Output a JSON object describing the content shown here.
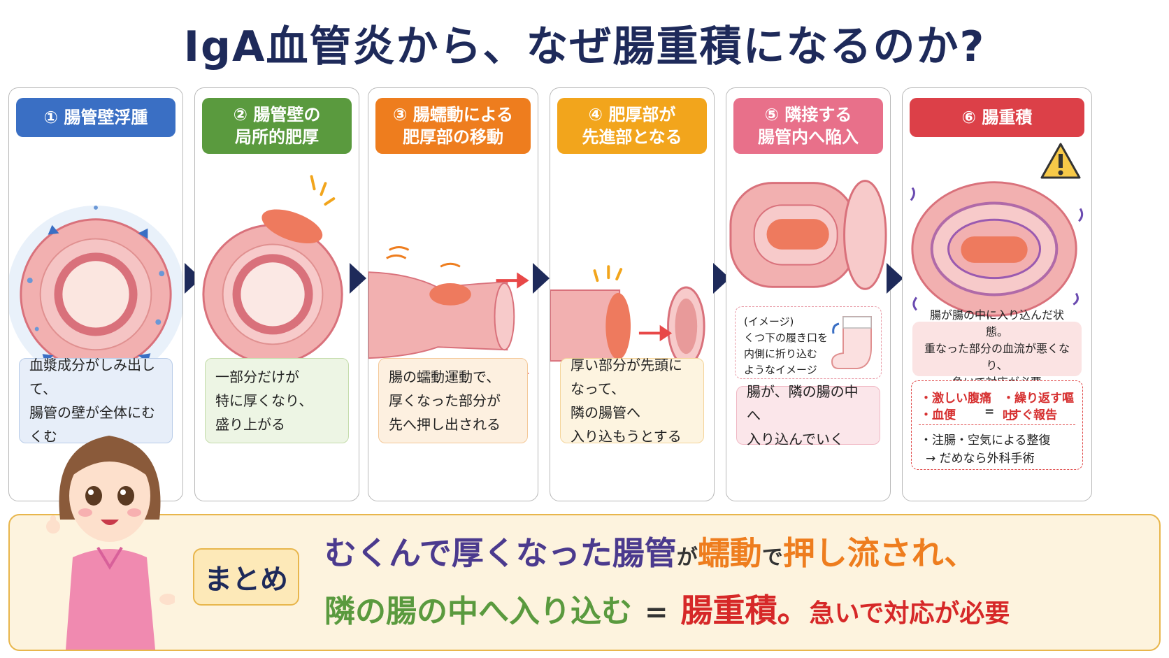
{
  "title": "IgA血管炎から、なぜ腸重積になるのか?",
  "steps": [
    {
      "header": "① 腸管壁浮腫",
      "color": "#3a6fc4",
      "desc": "血漿成分がしみ出して、\n腸管の壁が全体にむくむ",
      "desc_bg": "#e7eef9"
    },
    {
      "header": "② 腸管壁の\n局所的肥厚",
      "color": "#5a9a3e",
      "desc": "一部分だけが\n特に厚くなり、\n盛り上がる",
      "desc_bg": "#edf5e4"
    },
    {
      "header": "③ 腸蠕動による\n肥厚部の移動",
      "color": "#ee7d1e",
      "desc": "腸の蠕動運動で、\n厚くなった部分が\n先へ押し出される",
      "desc_bg": "#fdf0e0"
    },
    {
      "header": "④ 肥厚部が\n先進部となる",
      "color": "#f2a51c",
      "desc": "厚い部分が先頭になって、\n隣の腸管へ\n入り込もうとする",
      "desc_bg": "#fdf4e0"
    },
    {
      "header": "⑤ 隣接する\n腸管内へ陥入",
      "color": "#e8708a",
      "desc": "腸が、隣の腸の中へ\n入り込んでいく",
      "desc_bg": "#fbe6ea"
    },
    {
      "header": "⑥ 腸重積",
      "color": "#dc4048",
      "desc": "腸が腸の中に入り込んだ状態。\n重なった部分の血流が悪くなり、\n急いで対応が必要",
      "desc_bg": "#fbe3e3"
    }
  ],
  "sock_note": "(イメージ)\nくつ下の履き口を\n内側に折り込む\nようなイメージ",
  "alerts": {
    "row1a": "・激しい腹痛",
    "row1b": "・繰り返す嘔吐",
    "row2a": "・血便",
    "row2eq": "=",
    "row2b": "すぐ報告",
    "row3": "・注腸・空気による整復",
    "row4": "→ だめなら外科手術"
  },
  "summary": {
    "badge": "まとめ",
    "l1a": "むくんで厚くなった腸管",
    "l1b": "が",
    "l1c": "蠕動",
    "l1d": "で",
    "l1e": "押し流され、",
    "l2a": "隣の腸の中へ入り込む",
    "l2b": "=",
    "l2c": "腸重積。",
    "l2d": "急いで対応が必要"
  },
  "colors": {
    "navy": "#1e2a5a",
    "purple": "#4b3a8e",
    "orange": "#ee7d1e",
    "green": "#5a9a3e",
    "red": "#d62828",
    "pink_tissue": "#f2b0b0",
    "dark_tissue": "#d9717b"
  }
}
